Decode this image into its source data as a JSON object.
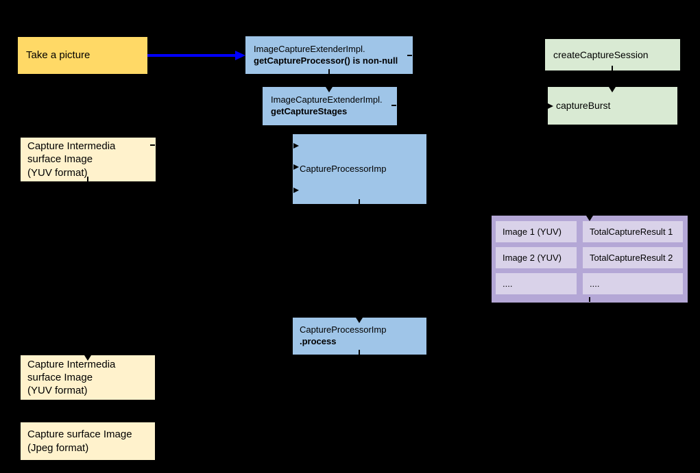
{
  "colors": {
    "background": "#000000",
    "yellow": "#ffd966",
    "cream": "#fff2cc",
    "blue": "#9fc5e8",
    "green": "#d9ead3",
    "purple": "#b4a7d6",
    "purple_cell": "#d9d2e9",
    "arrow_blue": "#0000ff",
    "text": "#000000"
  },
  "nodes": {
    "take_picture": {
      "label": "Take a picture"
    },
    "get_capture_processor": {
      "line1": "ImageCaptureExtenderImpl.",
      "line2": "getCaptureProcessor() is non-null"
    },
    "get_capture_stages": {
      "line1": "ImageCaptureExtenderImpl.",
      "line2": "getCaptureStages"
    },
    "capture_intermedia_top": {
      "line1": "Capture Intermedia",
      "line2": "surface Image",
      "line3": "(YUV format)"
    },
    "capture_processor_imp": {
      "label": "CaptureProcessorImp"
    },
    "create_capture_session": {
      "label": "createCaptureSession"
    },
    "capture_burst": {
      "label": "captureBurst"
    },
    "capture_processor_process": {
      "line1": "CaptureProcessorImp",
      "line2": ".process"
    },
    "capture_intermedia_bottom": {
      "line1": "Capture Intermedia",
      "line2": "surface Image",
      "line3": "(YUV format)"
    },
    "capture_surface_jpeg": {
      "line1": "Capture surface Image",
      "line2": "(Jpeg format)"
    }
  },
  "results_table": {
    "rows": [
      {
        "image": "Image 1 (YUV)",
        "result": "TotalCaptureResult 1"
      },
      {
        "image": "Image 2 (YUV)",
        "result": "TotalCaptureResult 2"
      },
      {
        "image": "....",
        "result": "...."
      }
    ]
  }
}
